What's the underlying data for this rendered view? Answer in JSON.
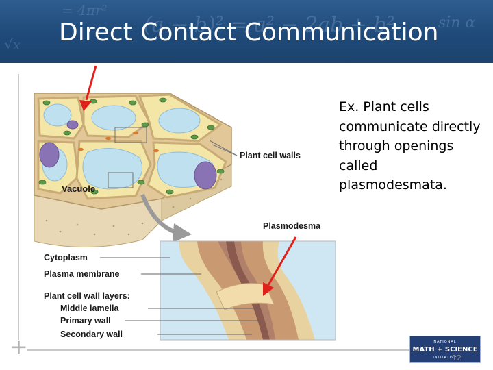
{
  "slide": {
    "title": "Direct Contact Communication",
    "body_prefix": "Ex.",
    "body_text": "Plant cells communicate directly through openings called plasmodesmata.",
    "slide_number": "12"
  },
  "header_formulas": {
    "line1": "(a − b)² = a² − 2ab + b²",
    "line2": "sin α",
    "line3": "= 4πr²",
    "line4": "√x"
  },
  "diagram": {
    "labels": {
      "plant_cell_walls": "Plant cell walls",
      "vacuole": "Vacuole",
      "plasmodesma": "Plasmodesma",
      "cytoplasm": "Cytoplasm",
      "plasma_membrane": "Plasma membrane",
      "wall_layers": "Plant cell wall layers:",
      "middle_lamella": "Middle lamella",
      "primary_wall": "Primary wall",
      "secondary_wall": "Secondary wall"
    }
  },
  "logo": {
    "top_text": "NATIONAL",
    "main_text": "MATH + SCIENCE",
    "sub_text": "INITIATIVE"
  },
  "colors": {
    "header_blue": "#1f4a79",
    "arrow_red": "#e0201b",
    "cytoplasm_yellow": "#f4e6a6",
    "vacuole_blue": "#bfe0ef",
    "wall_tan": "#e5cc98",
    "nucleus_purple": "#8a73b4",
    "chloroplast_green": "#5d9b4a"
  }
}
